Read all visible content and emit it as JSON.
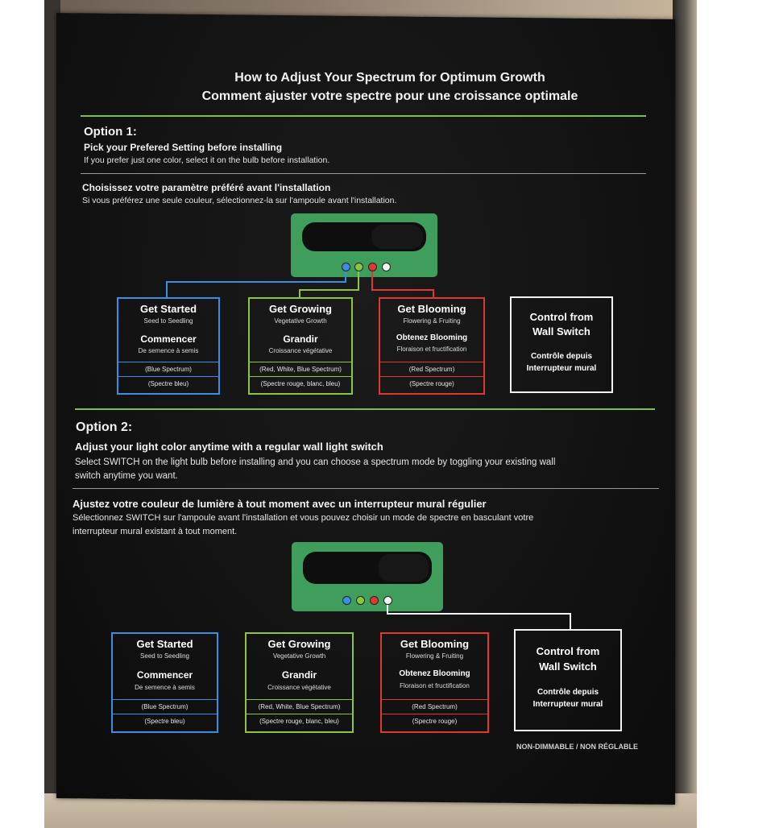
{
  "heading": {
    "line1": "How to Adjust Your Spectrum for Optimum Growth",
    "line2": "Comment ajuster votre spectre pour une croissance optimale"
  },
  "option1": {
    "label": "Option 1:",
    "en_title": "Pick your Prefered Setting before installing",
    "en_text": "If you prefer just one color, select it on the bulb before installation.",
    "fr_title": "Choisissez votre paramètre préféré avant l'installation",
    "fr_text": "Si vous préférez une seule couleur, sélectionnez-la sur l'ampoule avant l'installation."
  },
  "option2": {
    "label": "Option 2:",
    "en_title": "Adjust your light color anytime with a regular wall light switch",
    "en_text_1": "Select SWITCH on the light bulb before installing and you can choose a spectrum mode by toggling your existing wall",
    "en_text_2": "switch anytime you want.",
    "fr_title": "Ajustez votre couleur de lumière à tout moment avec un interrupteur mural régulier",
    "fr_text_1": "Sélectionnez SWITCH sur l'ampoule avant l'installation et vous pouvez choisir un mode de spectre en basculant votre",
    "fr_text_2": "interrupteur mural existant à tout moment."
  },
  "cards": {
    "started": {
      "title": "Get Started",
      "sub": "Seed to Seedling",
      "fr_title": "Commencer",
      "fr_sub": "De semence à semis",
      "spec_en": "(Blue Spectrum)",
      "spec_fr": "(Spectre bleu)"
    },
    "growing": {
      "title": "Get Growing",
      "sub": "Vegetative Growth",
      "fr_title": "Grandir",
      "fr_sub": "Croissance végétative",
      "spec_en": "(Red, White, Blue Spectrum)",
      "spec_fr": "(Spectre rouge, blanc, bleu)"
    },
    "blooming": {
      "title": "Get Blooming",
      "sub": "Flowering & Fruiting",
      "fr_title": "Obtenez Blooming",
      "fr_sub": "Floraison et fructification",
      "spec_en": "(Red Spectrum)",
      "spec_fr": "(Spectre rouge)"
    },
    "wall": {
      "title_1": "Control from",
      "title_2": "Wall Switch",
      "fr_1": "Contrôle depuis",
      "fr_2": "Interrupteur mural"
    }
  },
  "footer": "NON-DIMMABLE / NON RÉGLABLE",
  "colors": {
    "blue": "#3a8ee6",
    "green": "#8cc63f",
    "red": "#e2372f",
    "white": "#f2f2f2",
    "bulb": "#3f9e5c",
    "accent_line": "#7cc04a"
  },
  "icons": {
    "blue_dot": "blue-dot-icon",
    "green_dot": "green-dot-icon",
    "red_dot": "red-dot-icon",
    "white_dot": "white-dot-icon"
  }
}
